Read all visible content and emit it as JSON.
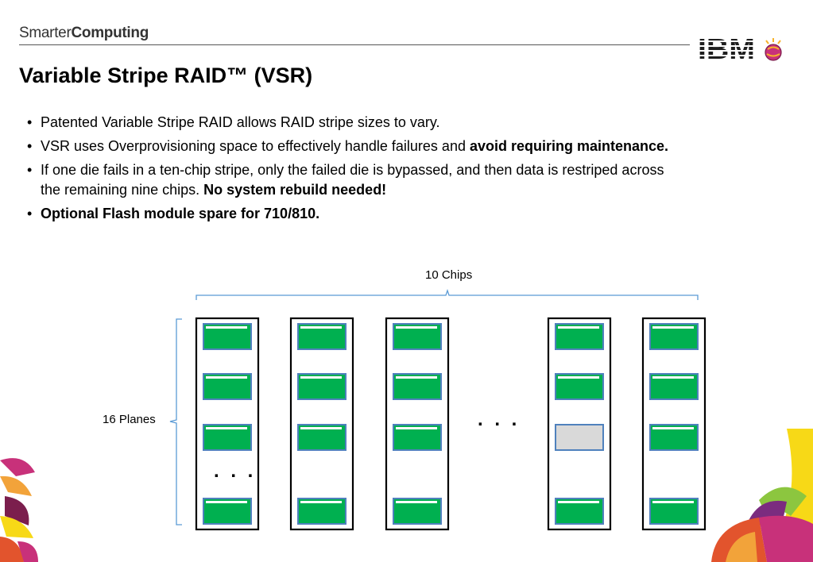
{
  "header": {
    "brand_smarter": "Smarter",
    "brand_computing": "Computing",
    "logo_text": "IBM",
    "logo_symbol": "globe-icon"
  },
  "slide": {
    "title": "Variable Stripe RAID™ (VSR)",
    "bullets": [
      {
        "plain": "Patented Variable Stripe RAID allows RAID stripe sizes to vary.",
        "bold": ""
      },
      {
        "plain": "VSR uses Overprovisioning space to effectively handle failures and ",
        "bold": "avoid requiring maintenance."
      },
      {
        "plain": "If one die fails in a ten-chip stripe, only the failed die is bypassed, and then data is restriped across the remaining nine chips. ",
        "bold": "No system rebuild needed!"
      },
      {
        "plain": "",
        "bold": "Optional Flash module spare for 710/810."
      }
    ]
  },
  "diagram": {
    "chips_label": "10 Chips",
    "planes_label": "16 Planes",
    "ellipsis": ". . .",
    "colors": {
      "good_plane": "#00b050",
      "plane_border": "#4f81bd",
      "failed_plane": "#d9d9d9",
      "bracket": "#5b9bd5",
      "chip_border": "#000000"
    },
    "columns": [
      {
        "name": "chip-1",
        "failed_plane_index": -1,
        "ellipsis_below": true
      },
      {
        "name": "chip-2",
        "failed_plane_index": -1,
        "ellipsis_below": false
      },
      {
        "name": "chip-3",
        "failed_plane_index": -1,
        "ellipsis_below": false
      },
      {
        "name": "chip-9",
        "failed_plane_index": 2,
        "ellipsis_below": false
      },
      {
        "name": "chip-10",
        "failed_plane_index": -1,
        "ellipsis_below": false
      }
    ]
  }
}
